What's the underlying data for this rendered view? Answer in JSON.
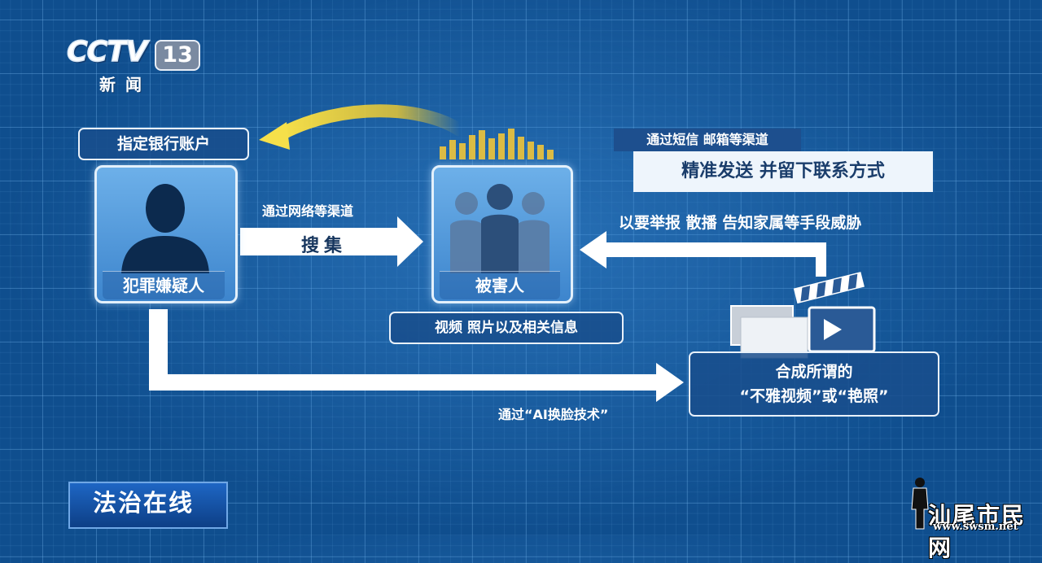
{
  "logo": {
    "brand": "CCTV",
    "channel": "13",
    "subtitle": "新闻"
  },
  "diagram": {
    "account_label": "指定银行账户",
    "suspect_label": "犯罪嫌疑人",
    "victim_label": "被害人",
    "collect_channel": "通过网络等渠道",
    "collect_action": "搜集",
    "info_label": "视频 照片以及相关信息",
    "sms_channel": "通过短信 邮箱等渠道",
    "precise_send": "精准发送 并留下联系方式",
    "threat_text": "以要举报 散播 告知家属等手段威胁",
    "compose_line1": "合成所谓的",
    "compose_line2": "“不雅视频”或“艳照”",
    "ai_text": "通过“AI换脸技术”"
  },
  "program_banner": "法治在线",
  "watermark": {
    "text": "汕尾市民网",
    "url": "www.swsm.net"
  },
  "colors": {
    "background": "#0f4e8e",
    "accent_yellow": "#f3cc2c",
    "arrow_white": "#ffffff"
  }
}
